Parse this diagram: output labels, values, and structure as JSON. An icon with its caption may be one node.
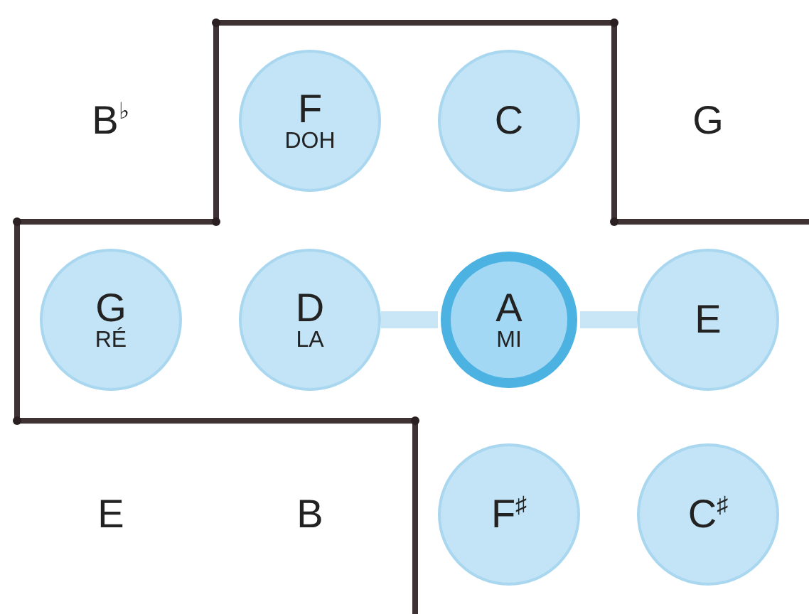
{
  "diagram": {
    "nodes": [
      {
        "text": [
          "F",
          "DOH"
        ]
      },
      {
        "text": [
          "C"
        ]
      },
      {
        "text": [
          "G",
          "RÉ"
        ]
      },
      {
        "text": [
          "D",
          "LA"
        ]
      },
      {
        "text": [
          "A",
          "MI"
        ]
      },
      {
        "text": [
          "E"
        ]
      },
      {
        "text": [
          "F$^{♯}$"
        ]
      },
      {
        "text": [
          "C$^{♯}$"
        ]
      }
    ],
    "edges": [
      {
        "from": 3,
        "to": 4,
        "arrow": "none"
      },
      {
        "from": 4,
        "to": 5,
        "arrow": "none"
      }
    ],
    "labels": [
      "B$^{♭}$",
      "G",
      "E",
      "B"
    ]
  }
}
